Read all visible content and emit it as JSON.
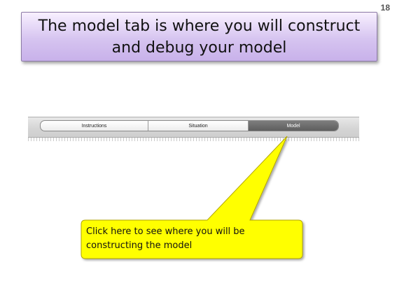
{
  "slide": {
    "number": "18",
    "title": "The model tab is where you will construct and debug your model"
  },
  "toolbar": {
    "tabs": [
      {
        "label": "Instructions",
        "active": false
      },
      {
        "label": "Situation",
        "active": false
      },
      {
        "label": "Model",
        "active": true
      }
    ]
  },
  "callout": {
    "text": "Click here to see where you will be constructing the model",
    "fill_color": "#ffff00",
    "border_color": "#b3a600"
  },
  "colors": {
    "title_gradient_top": "#f8f0ff",
    "title_gradient_bottom": "#c8b1ea",
    "active_tab": "#5e5e5e"
  }
}
